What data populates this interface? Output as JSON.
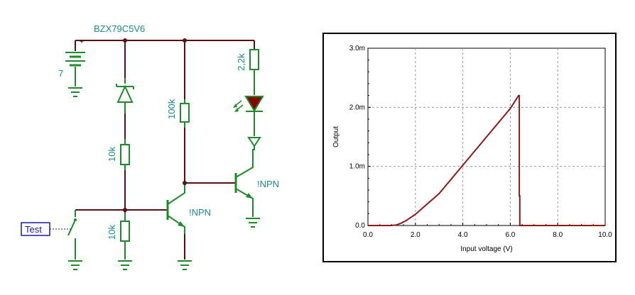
{
  "schematic": {
    "zener_label": "BZX79C5V6",
    "battery_value": "7",
    "resistor_left_top": "10k",
    "resistor_left_bottom": "10k",
    "resistor_mid": "100k",
    "resistor_right": "2,2k",
    "transistor_1": "!NPN",
    "transistor_2": "!NPN",
    "test_switch_label": "Test",
    "colors": {
      "wire": "#5a1010",
      "component": "#1f8a2a",
      "label": "#1a8a8a",
      "led_fill": "#8b0000"
    }
  },
  "chart_data": {
    "type": "line",
    "xlabel": "Input voltage (V)",
    "ylabel": "Output",
    "xlim": [
      0,
      10
    ],
    "ylim": [
      0,
      0.003
    ],
    "x_ticks": [
      "0.0",
      "2.0",
      "4.0",
      "6.0",
      "8.0",
      "10.0"
    ],
    "y_ticks": [
      "0.0",
      "1.0m",
      "2.0m",
      "3.0m"
    ],
    "grid": true,
    "series": [
      {
        "color": "#8b1a1a",
        "x": [
          0,
          1.0,
          1.2,
          1.4,
          1.6,
          2.0,
          3.0,
          4.0,
          5.0,
          6.0,
          6.35,
          6.38,
          6.38,
          6.4,
          6.4,
          10.0
        ],
        "y": [
          0,
          0,
          1e-05,
          4e-05,
          8e-05,
          0.00019,
          0.00054,
          0.00102,
          0.0015,
          0.00198,
          0.0022,
          0.0022,
          0.0005,
          0.0005,
          0,
          0
        ]
      }
    ]
  }
}
